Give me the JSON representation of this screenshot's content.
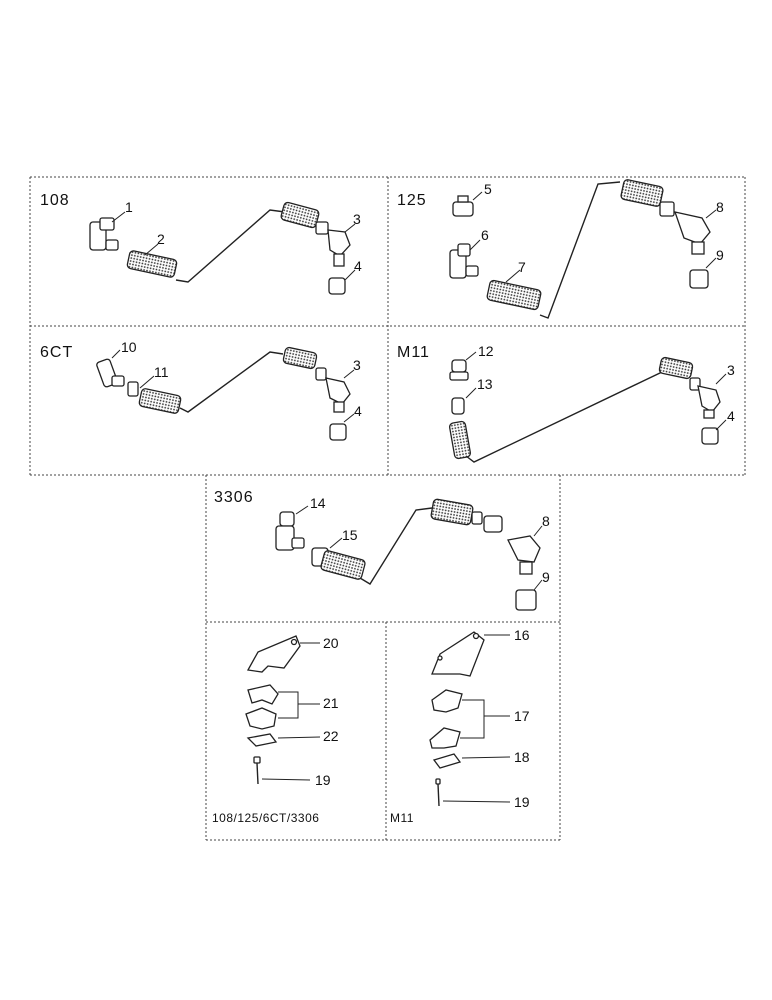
{
  "panels": {
    "p108": {
      "title": "108"
    },
    "p125": {
      "title": "125"
    },
    "p6ct": {
      "title": "6CT"
    },
    "pm11": {
      "title": "M11"
    },
    "p3306": {
      "title": "3306"
    }
  },
  "captions": {
    "left_kit": "108/125/6CT/3306",
    "right_kit": "M11"
  },
  "callouts": {
    "c108": [
      "1",
      "2",
      "3",
      "4"
    ],
    "c125": [
      "5",
      "6",
      "7",
      "8",
      "9"
    ],
    "c6ct": [
      "10",
      "11",
      "3",
      "4"
    ],
    "cm11": [
      "12",
      "13",
      "3",
      "4"
    ],
    "c3306": [
      "14",
      "15",
      "8",
      "9"
    ],
    "kit_left": [
      "20",
      "21",
      "22",
      "19"
    ],
    "kit_right": [
      "16",
      "17",
      "18",
      "19"
    ]
  }
}
